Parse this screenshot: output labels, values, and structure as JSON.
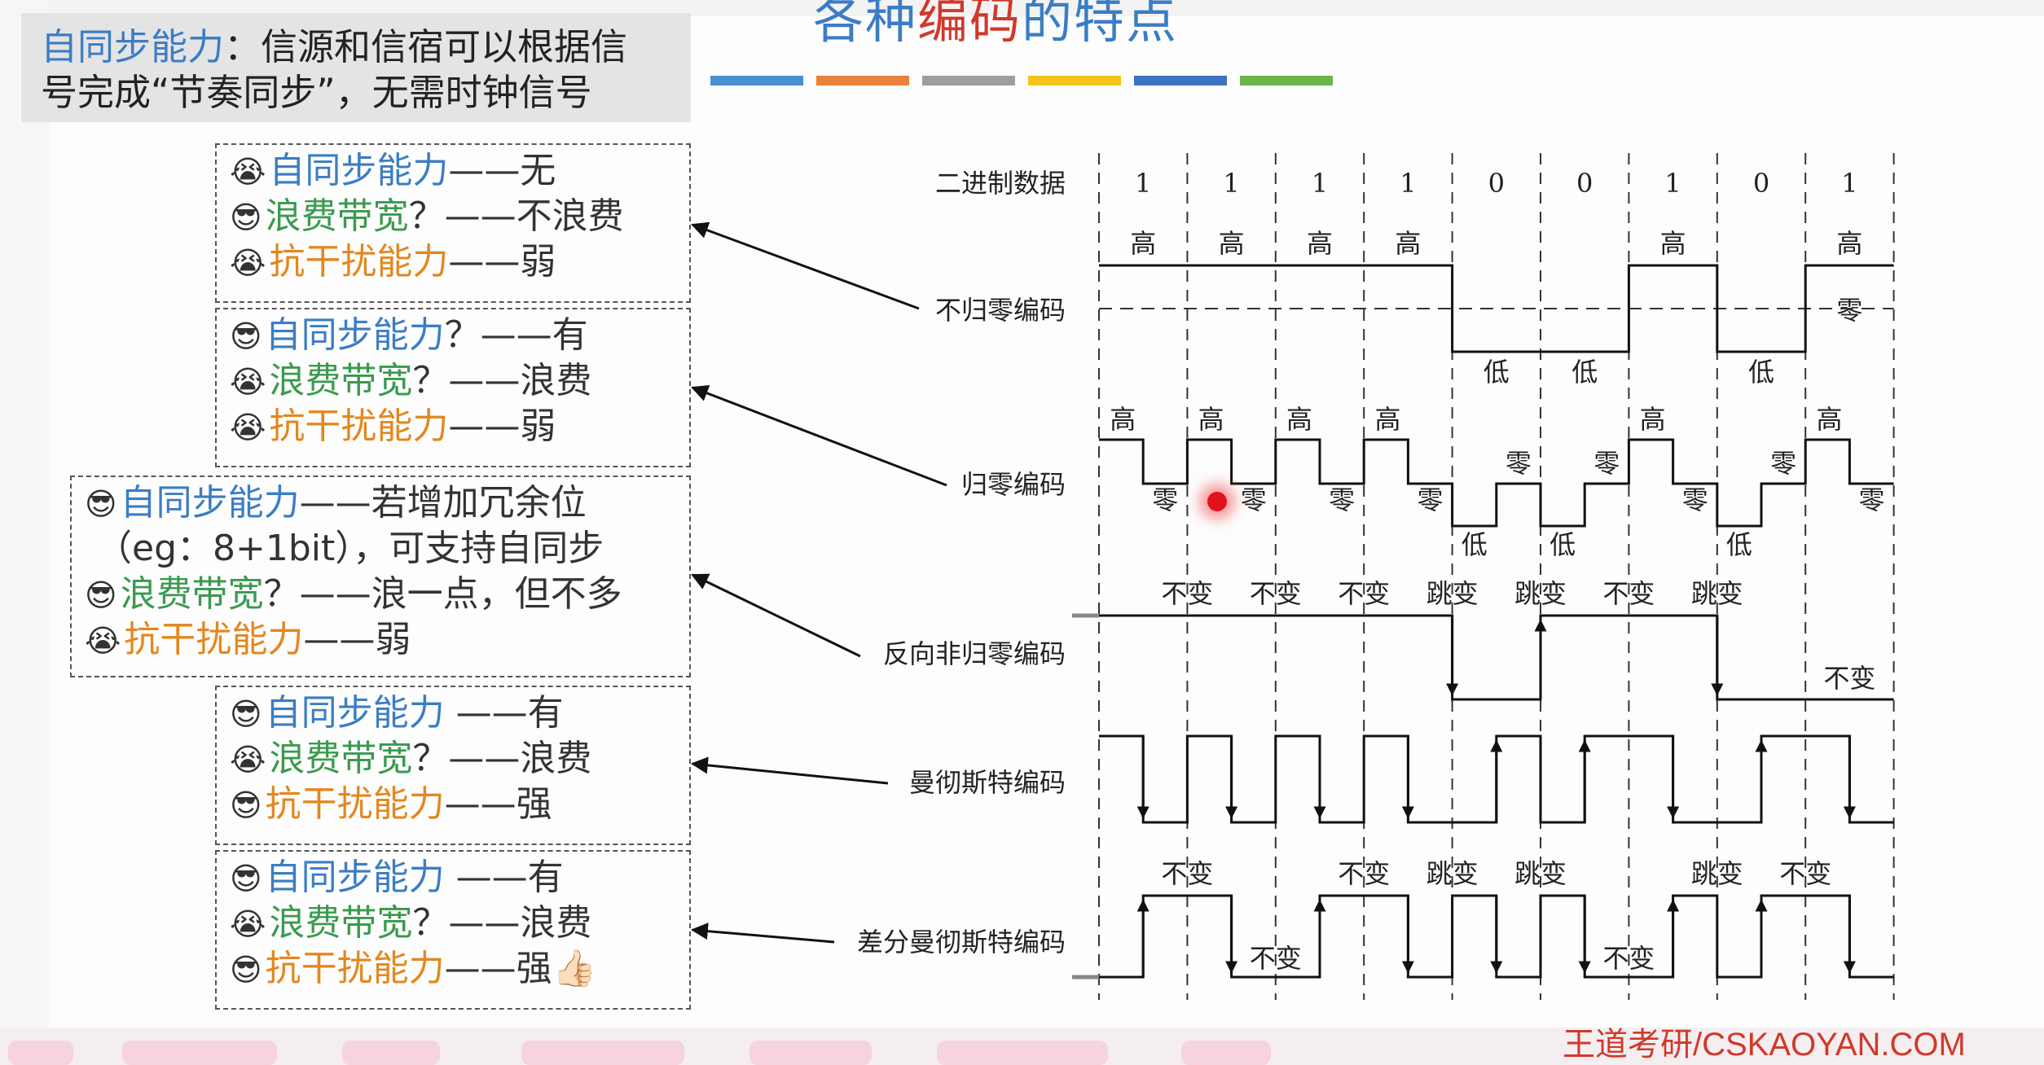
{
  "title": {
    "part1": "各种",
    "part2": "编码",
    "part3": "的特点"
  },
  "title_bar_colors": [
    "#4a8fd1",
    "#e9823a",
    "#9e9e9e",
    "#f2c41c",
    "#3d72c0",
    "#6bb34a"
  ],
  "self_sync_note": {
    "term": "自同步能力",
    "text_line1": "：信源和信宿可以根据信",
    "text_line2": "号完成“节奏同步”，无需时钟信号"
  },
  "panels": [
    {
      "name": "nrz",
      "rows": [
        {
          "icon": "😭",
          "label": "自同步能力",
          "mid": "——",
          "value": "无",
          "color": "blue"
        },
        {
          "icon": "😎",
          "label": "浪费带宽",
          "mid": "？——",
          "value": "不浪费",
          "color": "green"
        },
        {
          "icon": "😭",
          "label": "抗干扰能力",
          "mid": "——",
          "value": "弱",
          "color": "orange"
        }
      ]
    },
    {
      "name": "rz",
      "rows": [
        {
          "icon": "😎",
          "label": "自同步能力",
          "mid": "？——",
          "value": "有",
          "color": "blue"
        },
        {
          "icon": "😭",
          "label": "浪费带宽",
          "mid": "？——",
          "value": "浪费",
          "color": "green"
        },
        {
          "icon": "😭",
          "label": "抗干扰能力",
          "mid": "——",
          "value": "弱",
          "color": "orange"
        }
      ]
    },
    {
      "name": "nrzi",
      "rows": [
        {
          "icon": "😎",
          "label": "自同步能力",
          "mid": "——",
          "value": "若增加冗余位",
          "color": "blue"
        },
        {
          "icon": "",
          "label": "",
          "mid": "",
          "value": "（eg：8+1bit），可支持自同步",
          "color": "blue"
        },
        {
          "icon": "😎",
          "label": "浪费带宽",
          "mid": "？——",
          "value": "浪一点，但不多",
          "color": "green"
        },
        {
          "icon": "😭",
          "label": "抗干扰能力",
          "mid": "——",
          "value": "弱",
          "color": "orange"
        }
      ]
    },
    {
      "name": "manchester",
      "rows": [
        {
          "icon": "😎",
          "label": "自同步能力",
          "mid": " ——",
          "value": "有",
          "color": "blue"
        },
        {
          "icon": "😭",
          "label": "浪费带宽",
          "mid": "？——",
          "value": "浪费",
          "color": "green"
        },
        {
          "icon": "😎",
          "label": "抗干扰能力",
          "mid": "——",
          "value": "强",
          "color": "orange"
        }
      ]
    },
    {
      "name": "diff-manchester",
      "rows": [
        {
          "icon": "😎",
          "label": "自同步能力",
          "mid": " ——",
          "value": "有",
          "color": "blue"
        },
        {
          "icon": "😭",
          "label": "浪费带宽",
          "mid": "？——",
          "value": "浪费",
          "color": "green"
        },
        {
          "icon": "😎",
          "label": "抗干扰能力",
          "mid": "——",
          "value": "强👍🏻",
          "color": "orange"
        }
      ]
    }
  ],
  "diagram": {
    "binary_label": "二进制数据",
    "bits": [
      "1",
      "1",
      "1",
      "1",
      "0",
      "0",
      "1",
      "0",
      "1"
    ],
    "encoding_names": [
      "不归零编码",
      "归零编码",
      "反向非归零编码",
      "曼彻斯特编码",
      "差分曼彻斯特编码"
    ],
    "high": "高",
    "low": "低",
    "zero": "零",
    "unchanged": "不变",
    "jump": "跳变",
    "nrz_high_labels": [
      0,
      1,
      2,
      3,
      6,
      8
    ],
    "nrz_low_labels": [
      4,
      5,
      7
    ],
    "nrz_zero_label_bit": 8,
    "nrzi_labels": [
      "不变",
      "不变",
      "不变",
      "跳变",
      "跳变",
      "不变",
      "跳变"
    ],
    "diff_top_labels": [
      {
        "bit": 1,
        "text": "不变"
      },
      {
        "bit": 3,
        "text": "不变"
      },
      {
        "bit": 4,
        "text": "跳变"
      },
      {
        "bit": 5,
        "text": "跳变"
      },
      {
        "bit": 7,
        "text": "跳变"
      },
      {
        "bit": 8,
        "text": "不变"
      }
    ],
    "diff_bottom_labels": [
      {
        "bit": 2,
        "text": "不变"
      },
      {
        "bit": 6,
        "text": "不变"
      }
    ]
  },
  "watermark": "王道考研/CSKAOYAN.COM"
}
